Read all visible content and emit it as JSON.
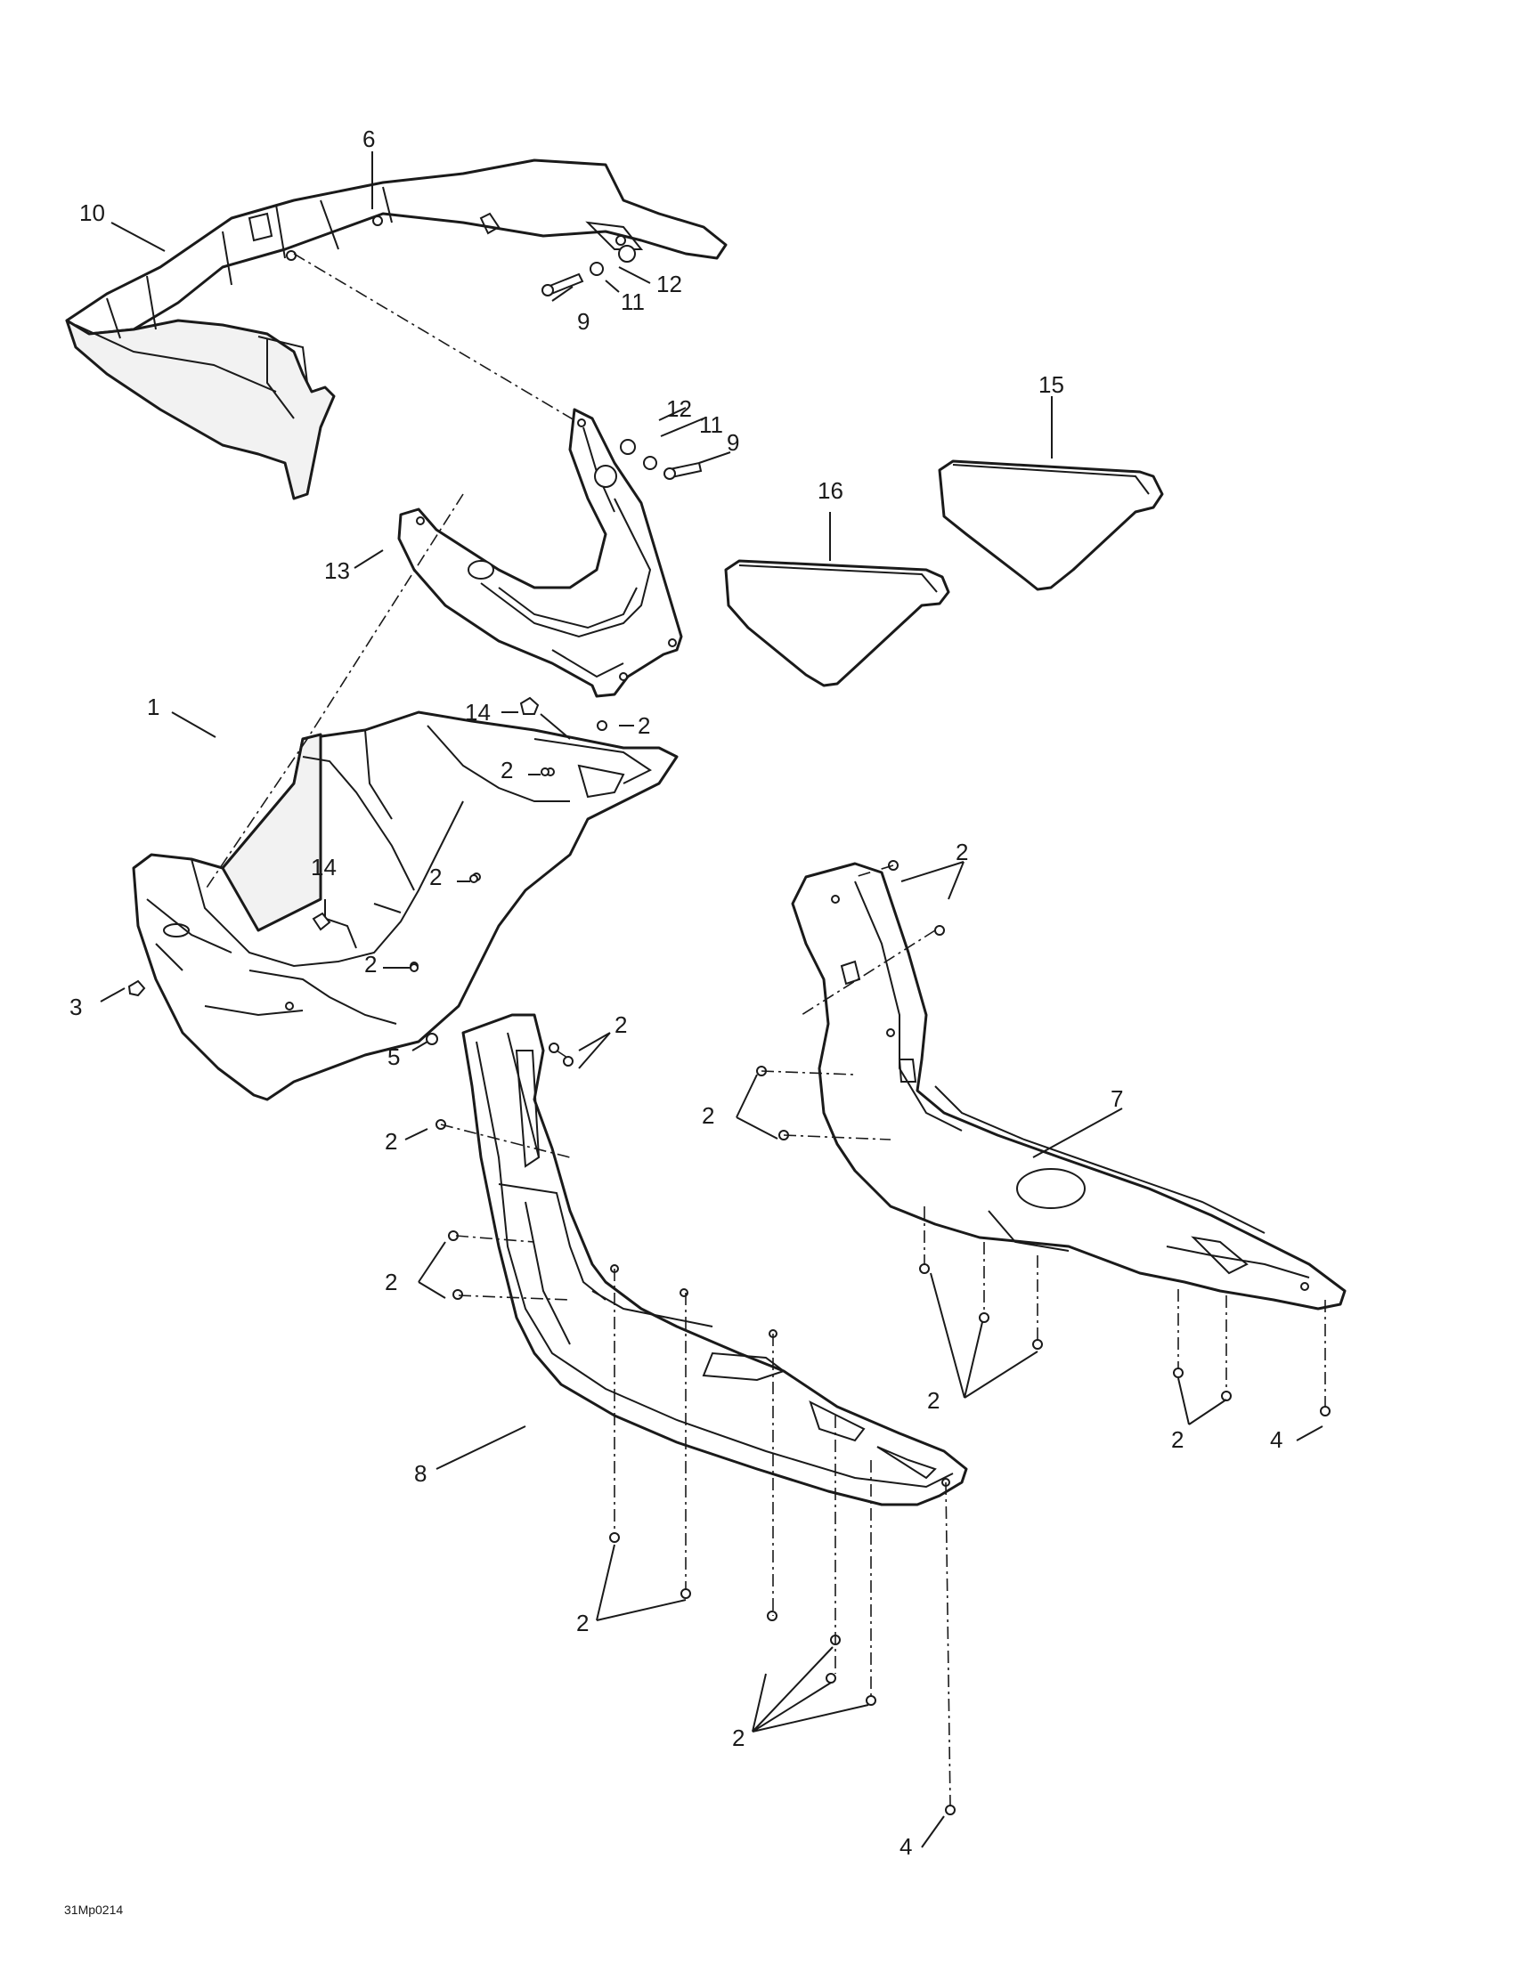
{
  "diagram": {
    "reference_code": "31Mp0214",
    "callouts": {
      "c6": "6",
      "c10": "10",
      "c12a": "12",
      "c11a": "11",
      "c9a": "9",
      "c12b": "12",
      "c11b": "11",
      "c9b": "9",
      "c15": "15",
      "c16": "16",
      "c13": "13",
      "c1": "1",
      "c14a": "14",
      "c2a": "2",
      "c2b": "2",
      "c2c": "2",
      "c14b": "14",
      "c2d": "2",
      "c3": "3",
      "c5": "5",
      "c2e": "2",
      "c2f": "2",
      "c2g": "2",
      "c2h": "2",
      "c7": "7",
      "c2i": "2",
      "c8": "8",
      "c2j": "2",
      "c2k": "2",
      "c4a": "4",
      "c2l": "2",
      "c4b": "4"
    }
  }
}
